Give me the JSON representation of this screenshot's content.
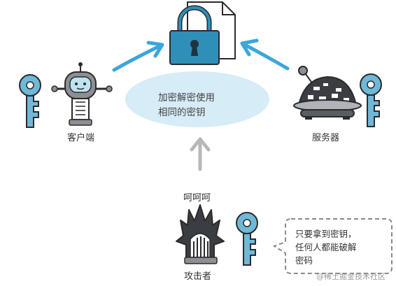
{
  "center": {
    "lines": [
      "加密解密使用",
      "相同的密钥"
    ]
  },
  "client": {
    "label": "客户端"
  },
  "server": {
    "label": "服务器"
  },
  "attacker": {
    "label": "攻击者",
    "laugh": "呵呵呵",
    "speech_lines": [
      "只要拿到密钥，",
      "任何人都能破解",
      "密码"
    ]
  },
  "watermark": "@稀土掘金技术社区",
  "colors": {
    "arrow_blue": "#3aa6dc",
    "arrow_gray": "#b8b8b8",
    "lock_body": "#2f8fb8",
    "key_blue": "#6fb8d8",
    "ellipse_fill": "#d6ecf7",
    "outline": "#2b2b2b"
  }
}
